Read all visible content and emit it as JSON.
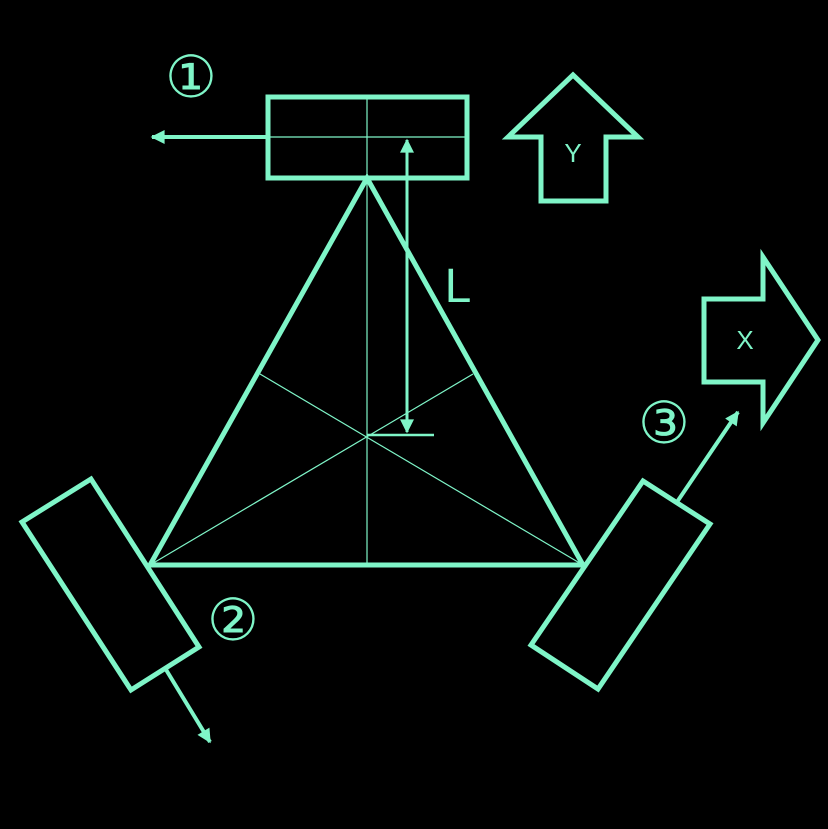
{
  "colors": {
    "background": "#000000",
    "stroke": "#7ff5c8"
  },
  "labels": {
    "wheel_1": "①",
    "wheel_2": "②",
    "wheel_3": "③",
    "length": "L",
    "axis_y": "Y",
    "axis_x": "X"
  }
}
